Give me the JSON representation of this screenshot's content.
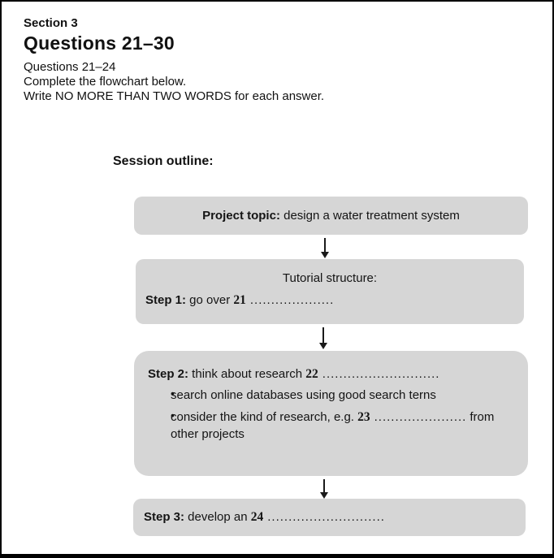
{
  "header": {
    "section": "Section 3",
    "title": "Questions 21–30",
    "subtitle": "Questions 21–24",
    "instruction1": "Complete the flowchart below.",
    "instruction2": "Write NO MORE THAN TWO WORDS for each answer."
  },
  "outline_label": "Session outline:",
  "flowchart": {
    "box1": {
      "label_bold": "Project topic:",
      "label_rest": " design a water treatment system"
    },
    "box2": {
      "heading": "Tutorial structure:",
      "step_bold": "Step 1:",
      "step_text": " go over ",
      "qnum": "21",
      "blank": "...................."
    },
    "box3": {
      "step_bold": "Step 2:",
      "step_text": " think about research ",
      "qnum": "22",
      "blank": "............................",
      "bullet1": "search online databases using good search terns",
      "bullet2": {
        "pre": "consider the kind of research, e.g. ",
        "qnum": "23",
        "blank": "......................",
        "post": "from",
        "line2": "other projects"
      }
    },
    "box4": {
      "step_bold": "Step 3:",
      "step_text": " develop an ",
      "qnum": "24",
      "blank": "............................"
    }
  },
  "colors": {
    "box_fill": "#d6d6d6",
    "ink": "#141414"
  }
}
